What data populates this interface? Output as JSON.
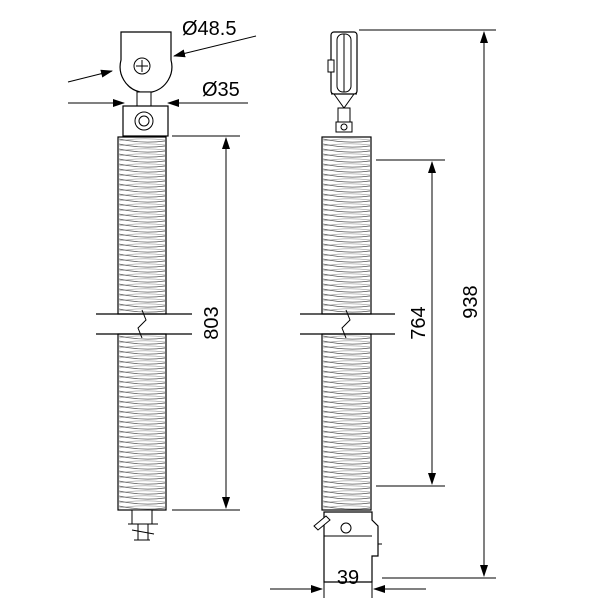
{
  "drawing": {
    "left_view": {
      "pulley_diameter_label": "Ø48.5",
      "shaft_diameter_label": "Ø35",
      "spring_length_label": "803"
    },
    "right_view": {
      "spring_length_label": "764",
      "overall_length_label": "938",
      "bracket_width_label": "39"
    }
  }
}
